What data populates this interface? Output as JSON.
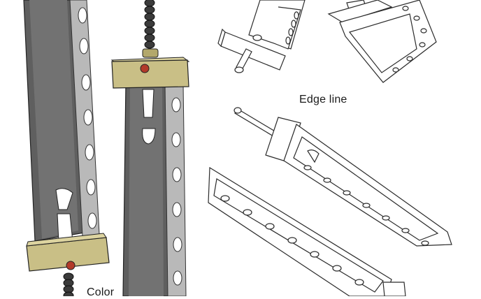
{
  "captions": {
    "edge_line": "Edge line",
    "color": "Color"
  },
  "colors": {
    "blade_dark": "#5e5e5e",
    "blade_mid": "#7a7a7a",
    "blade_edge": "#c9c9c9",
    "guard_gold": "#c9bf86",
    "guard_gold_dark": "#a39a62",
    "gem_red": "#b23a2a",
    "grip_dark": "#3a3a3a",
    "line_art": "#2b2b2b"
  },
  "panels": [
    {
      "id": "color",
      "style": "colored render"
    },
    {
      "id": "edge-line",
      "style": "line art"
    }
  ]
}
